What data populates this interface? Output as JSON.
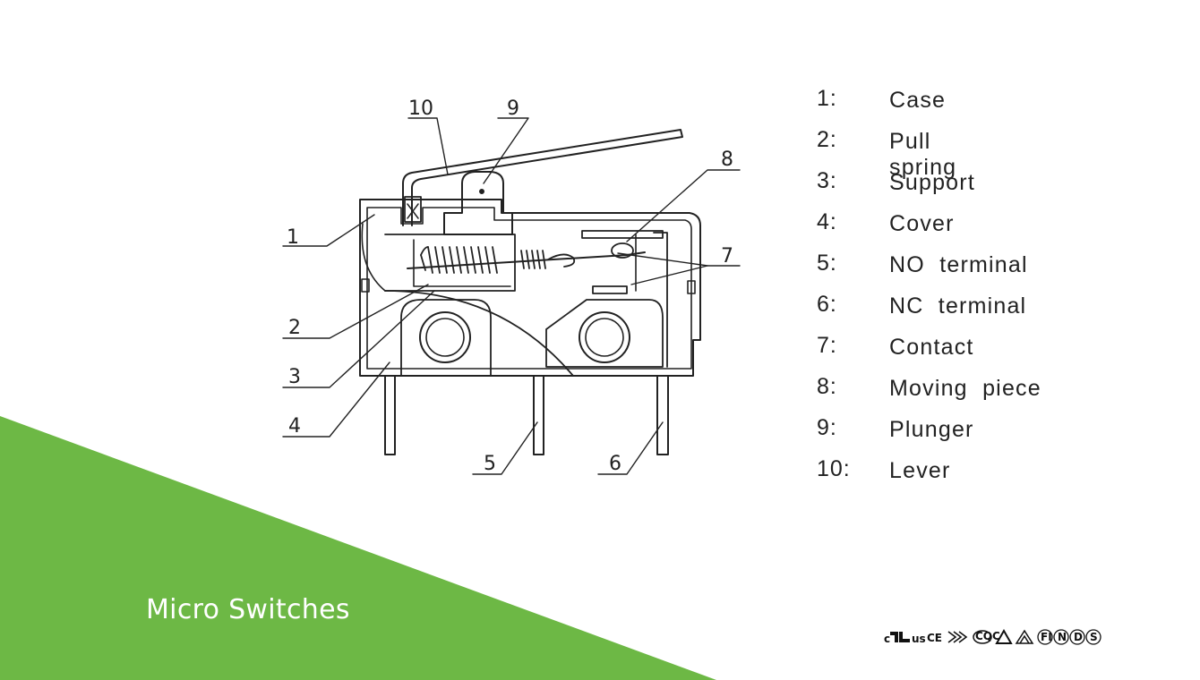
{
  "footer": {
    "title": "Micro Switches"
  },
  "colors": {
    "accent": "#6db845",
    "line": "#222222"
  },
  "callouts": [
    "1",
    "2",
    "3",
    "4",
    "5",
    "6",
    "7",
    "8",
    "9",
    "10"
  ],
  "legend": [
    {
      "num": "1:",
      "name": "Case"
    },
    {
      "num": "2:",
      "name": "Pull spring"
    },
    {
      "num": "3:",
      "name": "Support"
    },
    {
      "num": "4:",
      "name": "Cover"
    },
    {
      "num": "5:",
      "name": "NO  terminal"
    },
    {
      "num": "6:",
      "name": "NC  terminal"
    },
    {
      "num": "7:",
      "name": "Contact"
    },
    {
      "num": "8:",
      "name": "Moving  piece"
    },
    {
      "num": "9:",
      "name": "Plunger"
    },
    {
      "num": "10:",
      "name": "Lever"
    }
  ],
  "certifications": {
    "icons": [
      "ul-recognized-icon",
      "ce-mark-icon",
      "vde-icon",
      "ccc-icon",
      "tuv-triangle-icon",
      "enec-icon",
      "fi-icon",
      "n-icon",
      "d-icon",
      "s-icon"
    ],
    "ul_prefix": "c",
    "ul_suffix": "us",
    "ce": "CE",
    "ccc": "CQC",
    "fi": "FI",
    "n": "N",
    "d": "D",
    "s": "S"
  }
}
